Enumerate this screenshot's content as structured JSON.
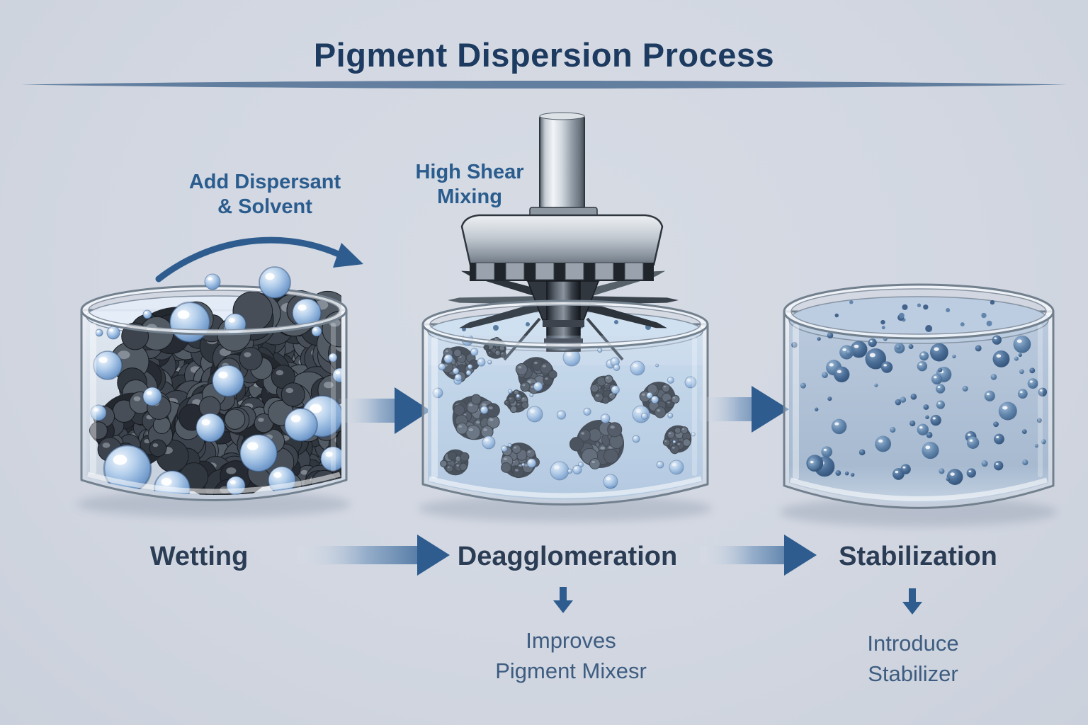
{
  "title": "Pigment Dispersion Process",
  "annotations": {
    "add_dispersant_line1": "Add Dispersant",
    "add_dispersant_line2": "& Solvent",
    "high_shear_line1": "High Shear",
    "high_shear_line2": "Mixing"
  },
  "stages": [
    {
      "label": "Wetting",
      "caption": []
    },
    {
      "label": "Deagglomeration",
      "caption": [
        "Improves",
        "Pigment Mixesr"
      ]
    },
    {
      "label": "Stabilization",
      "caption": [
        "Introduce",
        "Stabilizer"
      ]
    }
  ],
  "icons": {
    "flow_arrow": "right-arrow",
    "step_arrow": "down-arrow",
    "pour_arrow": "curved-right-arrow"
  },
  "colors": {
    "background": "#d2d7e1",
    "title_text": "#1d3b60",
    "stage_label_text": "#2b3c55",
    "annotation_text": "#2a5c8e",
    "caption_text": "#3d5c80",
    "arrow": "#2e5c8f",
    "divider": "#4f6e93",
    "pigment_dark": "#23272e",
    "bubble_blue": "#7fa6d3",
    "particle_blue": "#3f618a"
  }
}
